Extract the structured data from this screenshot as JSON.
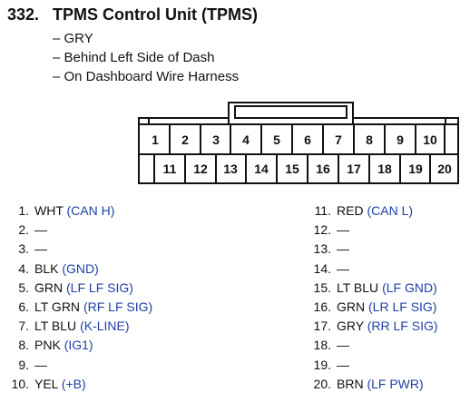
{
  "header": {
    "number": "332.",
    "title": "TPMS Control Unit (TPMS)"
  },
  "details": [
    "– GRY",
    "– Behind Left Side of Dash",
    "– On Dashboard Wire Harness"
  ],
  "connector": {
    "top_row": [
      "1",
      "2",
      "3",
      "4",
      "5",
      "6",
      "7",
      "8",
      "9",
      "10"
    ],
    "bottom_row": [
      "11",
      "12",
      "13",
      "14",
      "15",
      "16",
      "17",
      "18",
      "19",
      "20"
    ]
  },
  "pins_left": [
    {
      "num": "1.",
      "color": "WHT",
      "signal": "(CAN H)"
    },
    {
      "num": "2.",
      "color": "—",
      "signal": ""
    },
    {
      "num": "3.",
      "color": "—",
      "signal": ""
    },
    {
      "num": "4.",
      "color": "BLK",
      "signal": "(GND)"
    },
    {
      "num": "5.",
      "color": "GRN",
      "signal": "(LF LF SIG)"
    },
    {
      "num": "6.",
      "color": "LT GRN",
      "signal": "(RF LF SIG)"
    },
    {
      "num": "7.",
      "color": "LT BLU",
      "signal": "(K-LINE)"
    },
    {
      "num": "8.",
      "color": "PNK",
      "signal": "(IG1)"
    },
    {
      "num": "9.",
      "color": "—",
      "signal": ""
    },
    {
      "num": "10.",
      "color": "YEL",
      "signal": "(+B)"
    }
  ],
  "pins_right": [
    {
      "num": "11.",
      "color": "RED",
      "signal": "(CAN L)"
    },
    {
      "num": "12.",
      "color": "—",
      "signal": ""
    },
    {
      "num": "13.",
      "color": "—",
      "signal": ""
    },
    {
      "num": "14.",
      "color": "—",
      "signal": ""
    },
    {
      "num": "15.",
      "color": "LT BLU",
      "signal": "(LF GND)"
    },
    {
      "num": "16.",
      "color": "GRN",
      "signal": "(LR LF SIG)"
    },
    {
      "num": "17.",
      "color": "GRY",
      "signal": "(RR LF SIG)"
    },
    {
      "num": "18.",
      "color": "—",
      "signal": ""
    },
    {
      "num": "19.",
      "color": "—",
      "signal": ""
    },
    {
      "num": "20.",
      "color": "BRN",
      "signal": "(LF PWR)"
    }
  ],
  "colors": {
    "signal": "#1f3fa8",
    "text": "#111111"
  }
}
